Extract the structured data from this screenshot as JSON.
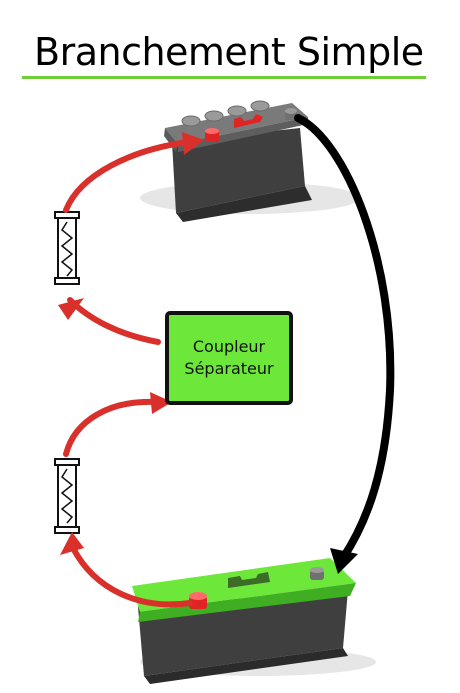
{
  "title": "Branchement Simple",
  "coupler": {
    "line1": "Coupleur",
    "line2": "Séparateur"
  },
  "colors": {
    "title_rule": "#6fcf3a",
    "coupler_fill": "#6ee73b",
    "positive_wire": "#d9302b",
    "negative_wire": "#000000",
    "battery_top_service": "#6f6f6f",
    "battery_top_starter": "#6ee73b",
    "battery_body": "#3c3c3c",
    "terminal_positive": "#e02424"
  },
  "icons": [
    "battery-icon",
    "fuse-icon",
    "arrow-icon"
  ]
}
